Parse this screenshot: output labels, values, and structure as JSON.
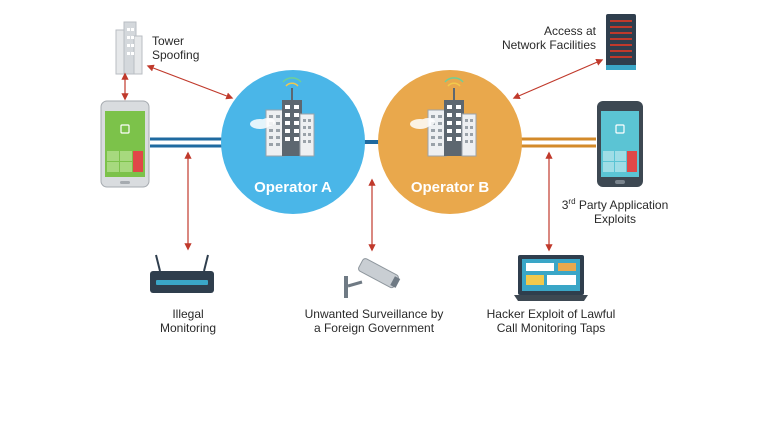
{
  "nodes": {
    "tower_spoofing": {
      "line1": "Tower",
      "line2": "Spoofing"
    },
    "access_network": {
      "line1": "Access at",
      "line2": "Network Facilities"
    },
    "operator_a": {
      "label": "Operator A",
      "color": "#4ab6e8"
    },
    "operator_b": {
      "label": "Operator B",
      "color": "#e9a84c"
    },
    "third_party": {
      "sup": "rd",
      "pre": "3",
      "line1_rest": " Party Application",
      "line2": "Exploits"
    },
    "illegal_monitoring": {
      "line1": "Illegal",
      "line2": "Monitoring"
    },
    "surveillance": {
      "line1": "Unwanted Surveillance by",
      "line2": "a Foreign Government"
    },
    "hacker_exploit": {
      "line1": "Hacker Exploit of Lawful",
      "line2": "Call Monitoring Taps"
    }
  },
  "colors": {
    "arrow": "#c0392b",
    "link_blue": "#1f6aa0",
    "link_orange": "#d38a2a",
    "phone_left_screen": "#7cc24a",
    "phone_right_screen": "#5bc4d4"
  },
  "icons": [
    "cell-tower-icon",
    "server-rack-icon",
    "smartphone-icon",
    "router-icon",
    "security-camera-icon",
    "laptop-icon",
    "building-icon"
  ]
}
